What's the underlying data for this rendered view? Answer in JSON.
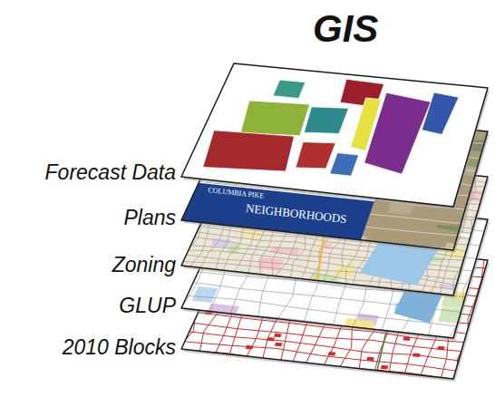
{
  "diagram": {
    "title": "GIS",
    "labels": [
      "Forecast Data",
      "Plans",
      "Zoning",
      "GLUP",
      "2010 Blocks",
      "COLUMBIA PIKE",
      "NEIGHBORHOODS"
    ]
  }
}
